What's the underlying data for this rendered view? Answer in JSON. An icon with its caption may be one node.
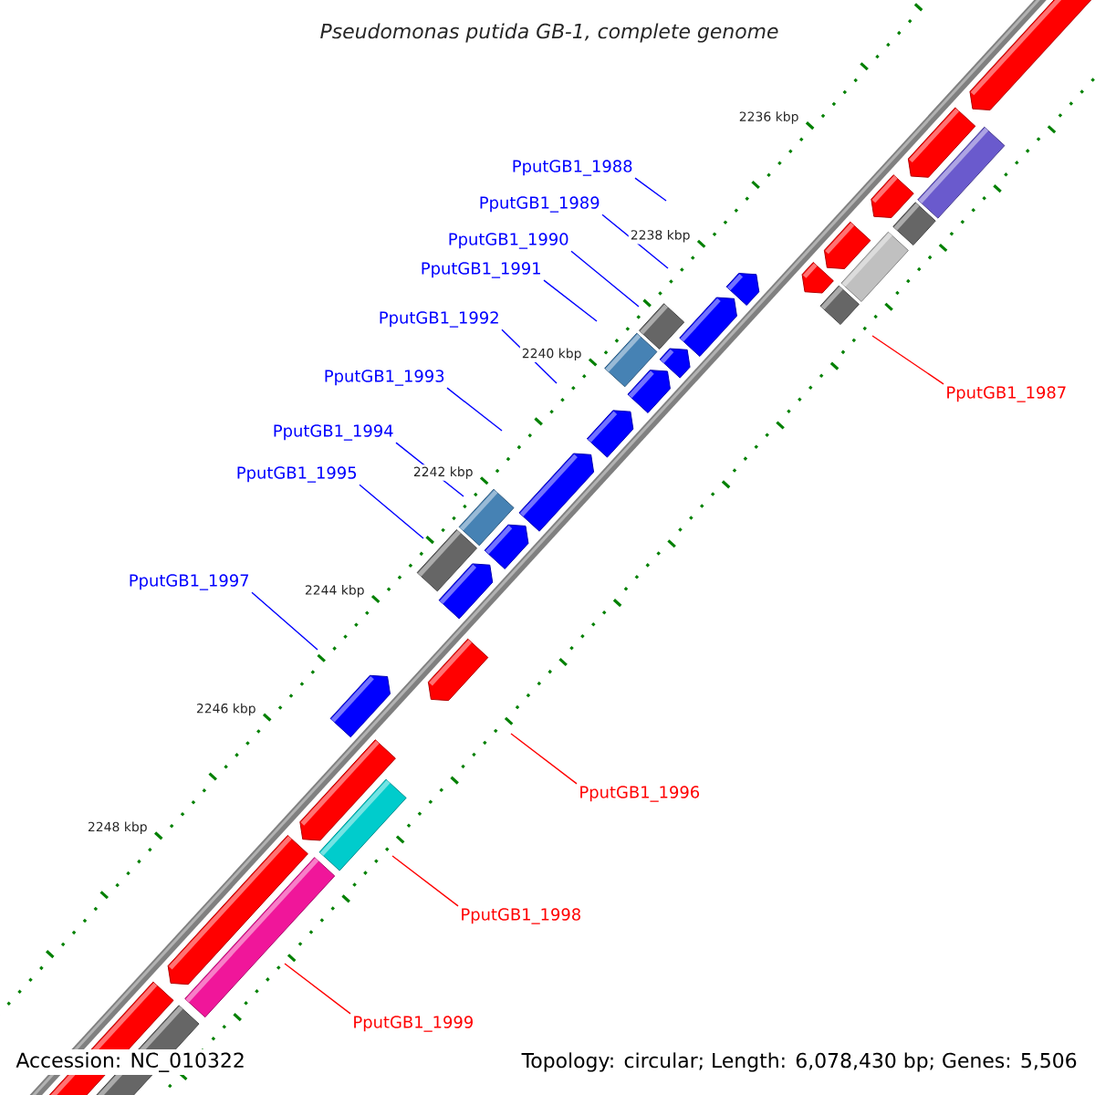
{
  "diagram": {
    "title": "Pseudomonas putida GB-1, complete genome",
    "nodes": [
      {
        "text": [
          "PputGB1_1988"
        ]
      },
      {
        "text": [
          "PputGB1_1989"
        ]
      },
      {
        "text": [
          "PputGB1_1990"
        ]
      },
      {
        "text": [
          "PputGB1_1991"
        ]
      },
      {
        "text": [
          "PputGB1_1992"
        ]
      },
      {
        "text": [
          "PputGB1_1993"
        ]
      },
      {
        "text": [
          "PputGB1_1987"
        ]
      },
      {
        "text": [
          "PputGB1_1994"
        ]
      },
      {
        "text": [
          "PputGB1_1995"
        ]
      },
      {
        "text": [
          "PputGB1_1997"
        ]
      },
      {
        "text": [
          "PputGB1_1996"
        ]
      },
      {
        "text": [
          "PputGB1_1998"
        ]
      },
      {
        "text": [
          "PputGB1_1999"
        ]
      }
    ],
    "edges": [
      {
        "from": 0,
        "to": null,
        "arrow": "none"
      },
      {
        "from": 1,
        "to": null,
        "arrow": "none"
      },
      {
        "from": 2,
        "to": null,
        "arrow": "none"
      },
      {
        "from": 3,
        "to": null,
        "arrow": "none"
      },
      {
        "from": 4,
        "to": null,
        "arrow": "none"
      },
      {
        "from": 5,
        "to": null,
        "arrow": "none"
      },
      {
        "from": 6,
        "to": null,
        "arrow": "none",
        "color": "#ff0000"
      },
      {
        "from": 7,
        "to": null,
        "arrow": "none"
      },
      {
        "from": 8,
        "to": null,
        "arrow": "none"
      },
      {
        "from": 9,
        "to": null,
        "arrow": "none"
      },
      {
        "from": 10,
        "to": null,
        "arrow": "none",
        "color": "#ff0000"
      },
      {
        "from": 11,
        "to": null,
        "arrow": "none",
        "color": "#ff0000"
      },
      {
        "from": 12,
        "to": null,
        "arrow": "none",
        "color": "#ff0000"
      }
    ],
    "labels": [
      "2236 kbp",
      "2238 kbp",
      "2240 kbp",
      "2242 kbp",
      "2244 kbp",
      "2246 kbp",
      "2248 kbp",
      "Accession: NC_010322",
      "Topology: circular; Length: 6,078,430 bp; Genes: 5,506"
    ]
  }
}
